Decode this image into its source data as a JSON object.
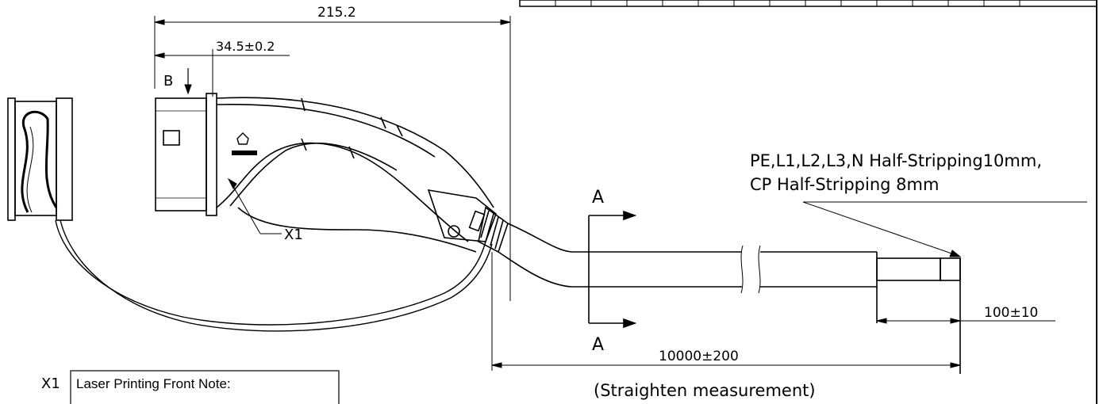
{
  "dimensions": {
    "overall_length": "215.2",
    "front_width": "34.5±0.2",
    "strip_length": "100±10",
    "cable_length": "10000±200",
    "cable_length_note": "(Straighten measurement)"
  },
  "labels": {
    "view_b": "B",
    "section_a_top": "A",
    "section_a_bottom": "A",
    "callout_x1": "X1",
    "note_x1": "X1"
  },
  "stripping_note": {
    "line1": "PE,L1,L2,L3,N  Half-Stripping10mm,",
    "line2": "CP  Half-Stripping  8mm"
  },
  "front_note": {
    "title": "Laser Printing Front Note:"
  }
}
